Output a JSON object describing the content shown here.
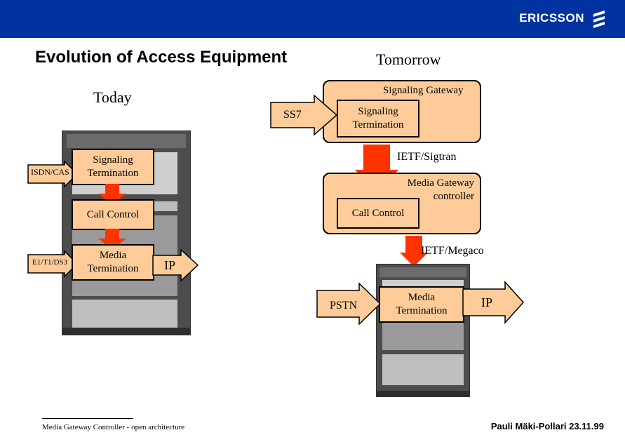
{
  "header": {
    "logo_text": "ERICSSON",
    "logo_icon": "ericsson-mark-icon",
    "bar_color": "#0033a0"
  },
  "slide": {
    "title": "Evolution of Access Equipment",
    "today_label": "Today",
    "tomorrow_label": "Tomorrow"
  },
  "today": {
    "inputs": [
      "ISDN/CAS",
      "E1/T1/DS3"
    ],
    "boxes": [
      "Signaling\nTermination",
      "Call Control",
      "Media\nTermination"
    ],
    "output": "IP"
  },
  "tomorrow": {
    "gateway_label": "Signaling Gateway",
    "ss7": "SS7",
    "sig_term": "Signaling\nTermination",
    "sigtran": "IETF/Sigtran",
    "mgc_label": "Media Gateway\ncontroller",
    "call_control": "Call Control",
    "megaco": "IETF/Megaco",
    "pstn": "PSTN",
    "media_term": "Media\nTermination",
    "ip": "IP"
  },
  "colors": {
    "box_fill": "#ffcc99",
    "down_arrow": "#ff3300"
  },
  "footer": {
    "left": "Media Gateway Controller - open architecture",
    "right": "Pauli Mäki-Pollari 23.11.99"
  }
}
